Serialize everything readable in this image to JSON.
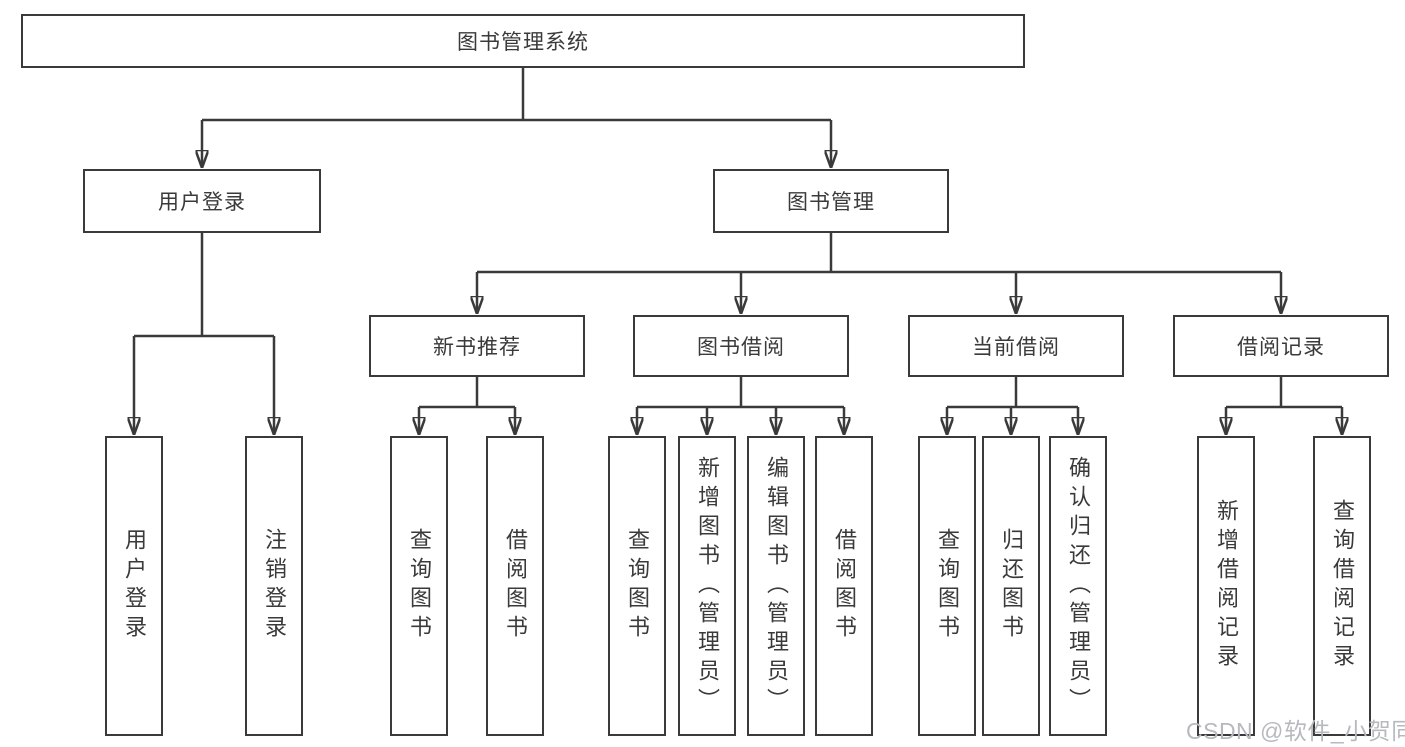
{
  "diagram": {
    "root": {
      "label": "图书管理系统"
    },
    "level2": [
      {
        "label": "用户登录"
      },
      {
        "label": "图书管理"
      }
    ],
    "level3": [
      {
        "label": "新书推荐"
      },
      {
        "label": "图书借阅"
      },
      {
        "label": "当前借阅"
      },
      {
        "label": "借阅记录"
      }
    ],
    "leaves": {
      "user_login": [
        "用户登录",
        "注销登录"
      ],
      "new_books": [
        "查询图书",
        "借阅图书"
      ],
      "book_borrow": [
        "查询图书",
        "新增图书（管理员）",
        "编辑图书（管理员）",
        "借阅图书"
      ],
      "current_borrow": [
        "查询图书",
        "归还图书",
        "确认归还（管理员）"
      ],
      "borrow_records": [
        "新增借阅记录",
        "查询借阅记录"
      ]
    },
    "colors": {
      "line": "#3a3a3a",
      "box_background": "#ffffff",
      "text": "#3a3a3a",
      "watermark": "#b6b9be"
    },
    "watermark": "CSDN @软件_小贺同学"
  }
}
